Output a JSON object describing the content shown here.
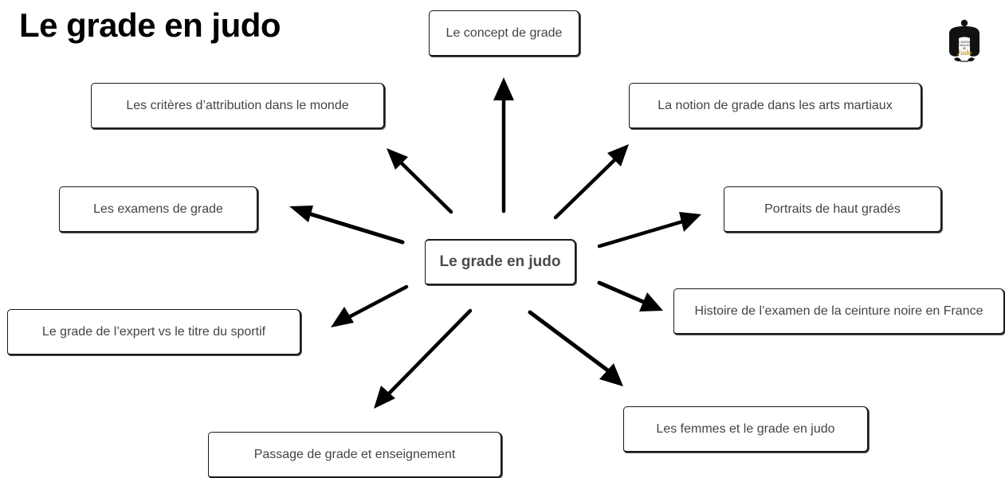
{
  "title": "Le grade en judo",
  "center_node": "Le grade en judo",
  "nodes": {
    "concept": "Le concept de grade",
    "criteres": "Les critères d’attribution dans le monde",
    "notion": "La notion de grade dans les arts martiaux",
    "examens": "Les examens de grade",
    "portraits": "Portraits de haut gradés",
    "histoire": "Histoire de l’examen de la ceinture noire en France",
    "expert": "Le grade de l’expert vs le titre du sportif",
    "femmes": "Les femmes et le grade en judo",
    "passage": "Passage de grade et enseignement"
  },
  "logo": {
    "line1": "ACADÉMIE",
    "line2": "FRANÇAISE",
    "line3": "DE",
    "word": "Judo",
    "accent_color": "#c9a227"
  },
  "arrow_color": "#000000"
}
